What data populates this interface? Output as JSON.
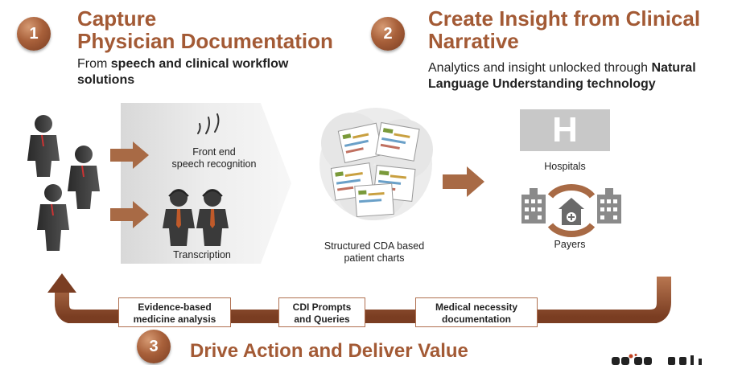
{
  "step1": {
    "number": "1",
    "title_line1": "Capture",
    "title_line2": "Physician Documentation",
    "subtitle_plain": "From ",
    "subtitle_bold": "speech and clinical workflow solutions"
  },
  "step2": {
    "number": "2",
    "title_line1": "Create Insight from Clinical",
    "title_line2": "Narrative",
    "subtitle_plain": "Analytics and insight unlocked through ",
    "subtitle_bold": "Natural Language Understanding technology"
  },
  "step3": {
    "number": "3",
    "title": "Drive Action and Deliver Value"
  },
  "capture": {
    "speech_label_line1": "Front end",
    "speech_label_line2": "speech recognition",
    "transcription_label": "Transcription"
  },
  "charts": {
    "label_line1": "Structured CDA based",
    "label_line2": "patient charts"
  },
  "insight": {
    "hospital_letter": "H",
    "hospitals_label": "Hospitals",
    "payers_label": "Payers"
  },
  "feedback": {
    "boxes": [
      {
        "line1": "Evidence-based",
        "line2": "medicine analysis"
      },
      {
        "line1": "CDI Prompts",
        "line2": "and Queries"
      },
      {
        "line1": "Medical necessity",
        "line2": "documentation"
      }
    ]
  },
  "colors": {
    "accent": "#a35a35",
    "arrow": "#a86a45",
    "dark_arrow": "#7a3d22"
  }
}
